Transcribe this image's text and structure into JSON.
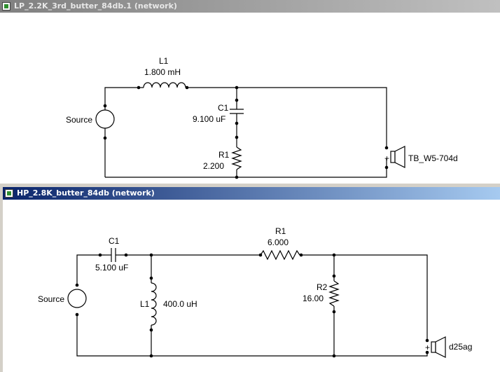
{
  "windows": [
    {
      "title": "LP_2.2K_3rd_butter_84db.1 (network)",
      "components": {
        "source": "Source",
        "l1_name": "L1",
        "l1_value": "1.800 mH",
        "c1_name": "C1",
        "c1_value": "9.100 uF",
        "r1_name": "R1",
        "r1_value": "2.200",
        "driver": "TB_W5-704d",
        "plus": "+"
      }
    },
    {
      "title": "HP_2.8K_butter_84db (network)",
      "components": {
        "source": "Source",
        "c1_name": "C1",
        "c1_value": "5.100 uF",
        "l1_name": "L1",
        "l1_value": "400.0 uH",
        "r1_name": "R1",
        "r1_value": "6.000",
        "r2_name": "R2",
        "r2_value": "16.00",
        "driver": "d25ag",
        "plus": "+"
      }
    }
  ]
}
